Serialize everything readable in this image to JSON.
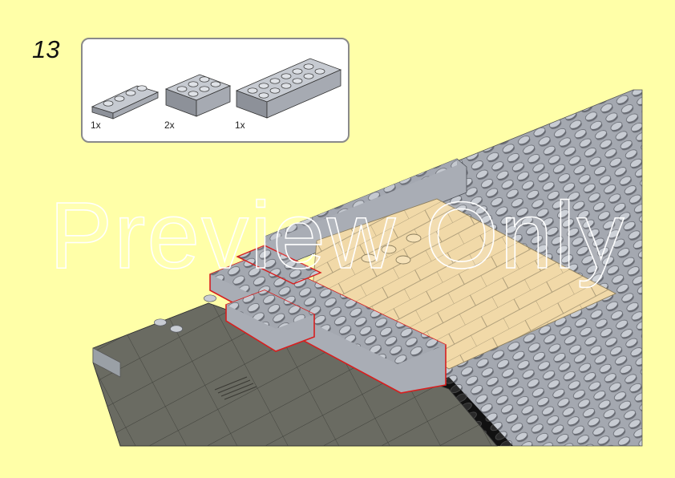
{
  "step": {
    "number": "13"
  },
  "parts": [
    {
      "qty": "1x",
      "icon": "plate-1x4-light-grey-icon"
    },
    {
      "qty": "2x",
      "icon": "brick-2x3-light-grey-icon"
    },
    {
      "qty": "1x",
      "icon": "brick-2x6-light-grey-icon"
    }
  ],
  "watermark": {
    "text": "Preview Only"
  },
  "colors": {
    "background": "#ffffa8",
    "light_grey": "#a9adb5",
    "tan": "#f1d9a8",
    "dark_grey": "#6a6b62",
    "highlight": "#d81e1e"
  }
}
